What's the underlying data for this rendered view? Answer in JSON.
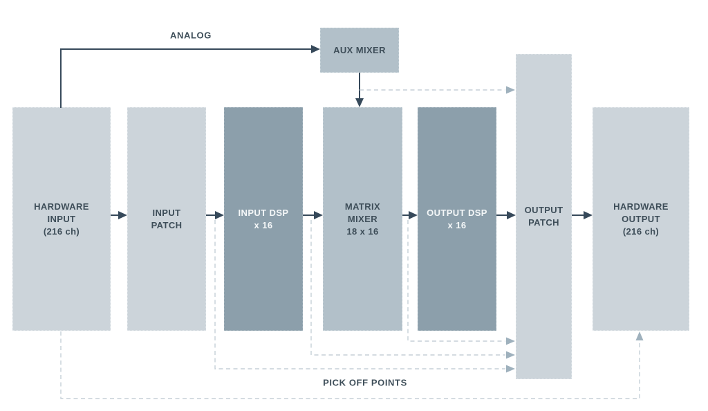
{
  "diagram": {
    "labels": {
      "analog": "ANALOG",
      "pick_off_points": "PICK OFF POINTS"
    },
    "blocks": {
      "hardware_input": {
        "line1": "HARDWARE",
        "line2": "INPUT",
        "line3": "(216 ch)"
      },
      "input_patch": {
        "line1": "INPUT",
        "line2": "PATCH"
      },
      "input_dsp": {
        "line1": "INPUT DSP",
        "line2": "x 16"
      },
      "matrix_mixer": {
        "line1": "MATRIX",
        "line2": "MIXER",
        "line3": "18 x 16"
      },
      "output_dsp": {
        "line1": "OUTPUT DSP",
        "line2": "x 16"
      },
      "output_patch": {
        "line1": "OUTPUT",
        "line2": "PATCH"
      },
      "hardware_output": {
        "line1": "HARDWARE",
        "line2": "OUTPUT",
        "line3": "(216 ch)"
      },
      "aux_mixer": {
        "line1": "AUX MIXER"
      }
    },
    "colors": {
      "block_light": "#ccd4da",
      "block_medium": "#b2c0c9",
      "block_dark": "#8c9fab",
      "line_solid": "#36495a",
      "line_dashed": "#c5cfd7",
      "dashed_arrowhead": "#9fb1bd",
      "text_dark": "#3e4e59",
      "text_light": "#f4f7f8",
      "background": "#ffffff"
    },
    "connections": [
      {
        "from": "hardware_input",
        "to": "input_patch",
        "style": "solid"
      },
      {
        "from": "input_patch",
        "to": "input_dsp",
        "style": "solid"
      },
      {
        "from": "input_dsp",
        "to": "matrix_mixer",
        "style": "solid"
      },
      {
        "from": "matrix_mixer",
        "to": "output_dsp",
        "style": "solid"
      },
      {
        "from": "output_dsp",
        "to": "output_patch",
        "style": "solid"
      },
      {
        "from": "output_patch",
        "to": "hardware_output",
        "style": "solid"
      },
      {
        "from": "hardware_input",
        "to": "aux_mixer",
        "style": "solid",
        "label": "ANALOG"
      },
      {
        "from": "aux_mixer",
        "to": "matrix_mixer",
        "style": "solid"
      },
      {
        "from": "aux_mixer",
        "to": "output_patch",
        "style": "dashed"
      },
      {
        "from": "input_patch",
        "to": "output_patch",
        "style": "dashed"
      },
      {
        "from": "input_dsp",
        "to": "output_patch",
        "style": "dashed"
      },
      {
        "from": "matrix_mixer",
        "to": "output_patch",
        "style": "dashed"
      },
      {
        "from": "hardware_input",
        "to": "hardware_output",
        "style": "dashed",
        "label": "PICK OFF POINTS"
      }
    ]
  }
}
